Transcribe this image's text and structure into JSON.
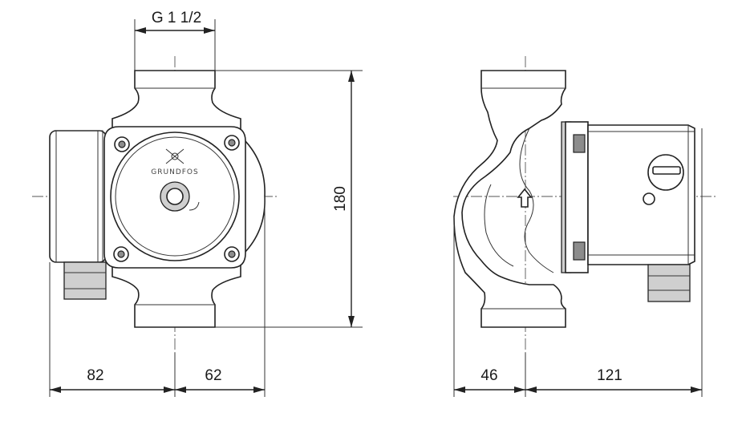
{
  "drawing": {
    "thread_label": "G 1 1/2",
    "height_label": "180",
    "front_left_label": "82",
    "front_right_label": "62",
    "side_left_label": "46",
    "side_right_label": "121",
    "brand": "GRUNDFOS"
  }
}
